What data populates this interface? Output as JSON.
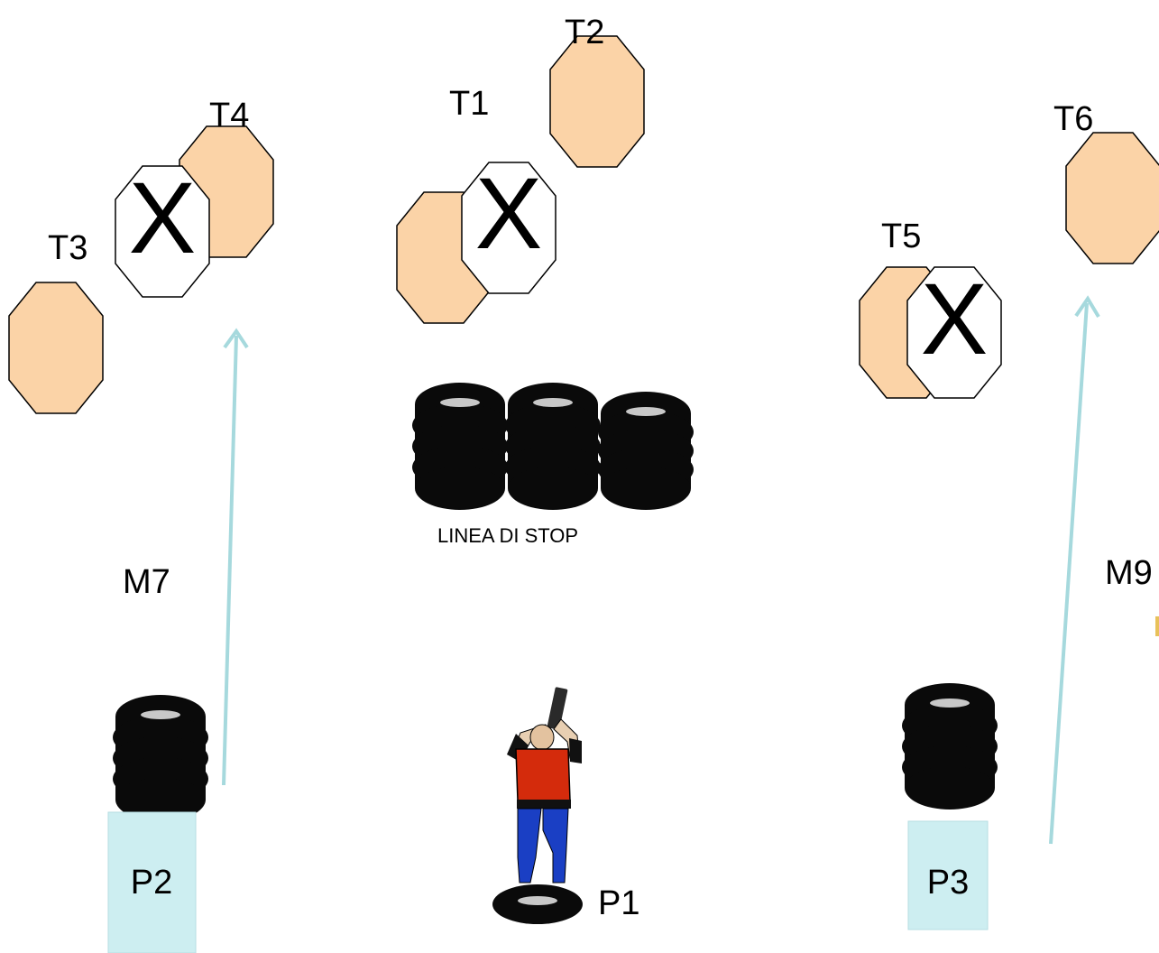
{
  "targets": [
    {
      "label": "T1"
    },
    {
      "label": "T2"
    },
    {
      "label": "T3"
    },
    {
      "label": "T4"
    },
    {
      "label": "T5"
    },
    {
      "label": "T6"
    }
  ],
  "no_shoot_mark": "X",
  "stop_line_label": "LINEA DI STOP",
  "movements": [
    {
      "label": "M7"
    },
    {
      "label": "M9"
    }
  ],
  "positions": [
    {
      "label": "P1"
    },
    {
      "label": "P2"
    },
    {
      "label": "P3"
    }
  ],
  "colors": {
    "target_fill": "#FBD3A7",
    "no_shoot_fill": "#FFFFFF",
    "tire": "#0A0A0A",
    "tire_top": "#C8C8C8",
    "arrow": "#A6D9DD",
    "position_box": "#CDEEF1",
    "shooter_shirt": "#D42B0C",
    "shooter_pants": "#1A3FC4"
  }
}
